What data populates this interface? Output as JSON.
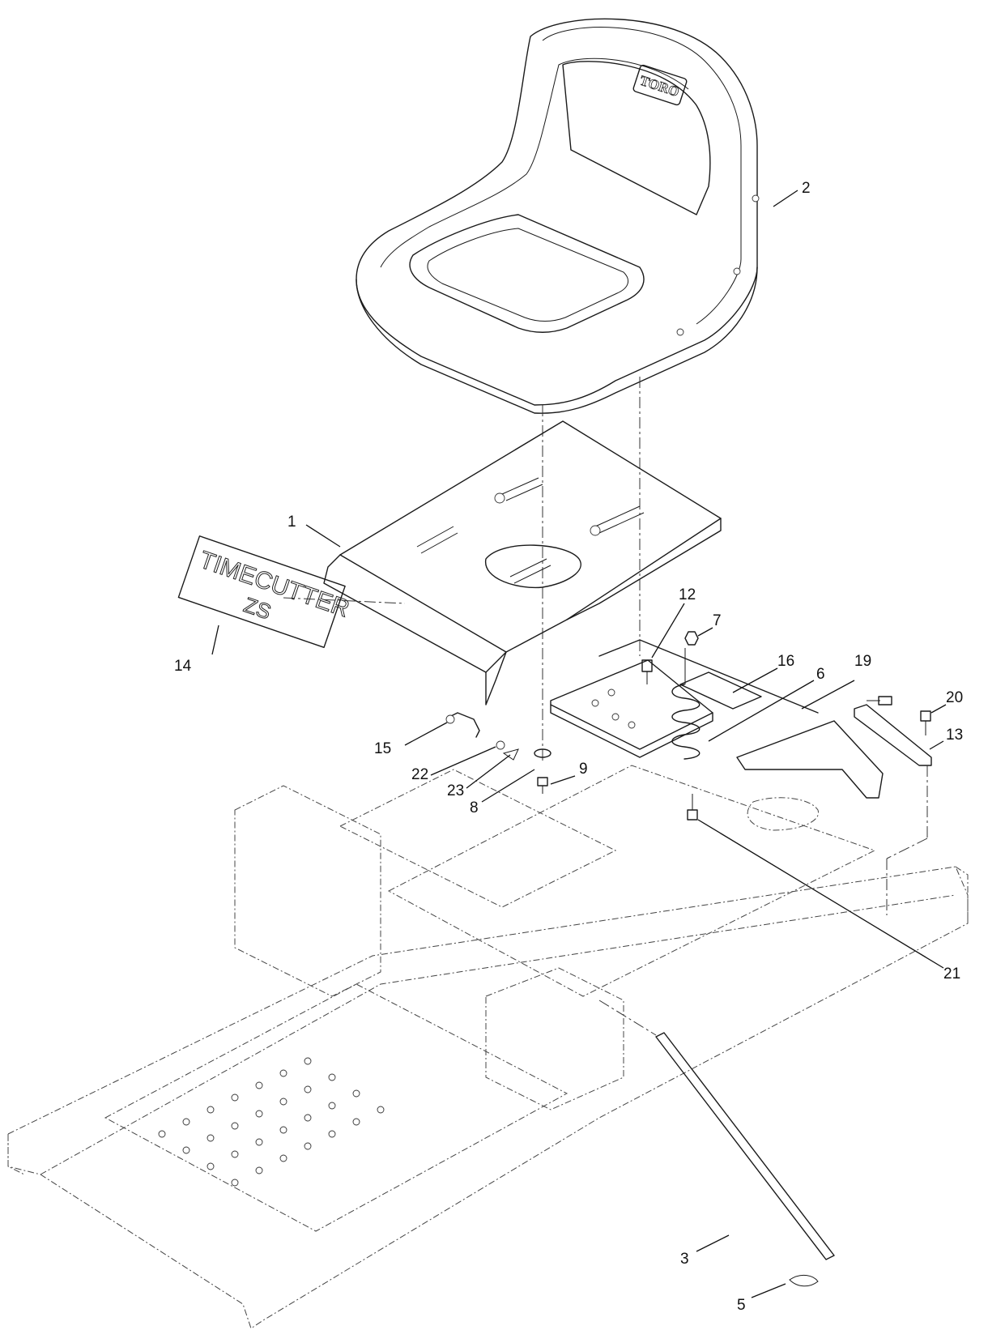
{
  "callouts": [
    {
      "id": "2",
      "label": "2"
    },
    {
      "id": "1",
      "label": "1"
    },
    {
      "id": "14",
      "label": "14"
    },
    {
      "id": "12",
      "label": "12"
    },
    {
      "id": "7",
      "label": "7"
    },
    {
      "id": "16",
      "label": "16"
    },
    {
      "id": "6",
      "label": "6"
    },
    {
      "id": "19",
      "label": "19"
    },
    {
      "id": "20",
      "label": "20"
    },
    {
      "id": "13",
      "label": "13"
    },
    {
      "id": "15",
      "label": "15"
    },
    {
      "id": "22",
      "label": "22"
    },
    {
      "id": "23",
      "label": "23"
    },
    {
      "id": "8",
      "label": "8"
    },
    {
      "id": "9",
      "label": "9"
    },
    {
      "id": "21",
      "label": "21"
    },
    {
      "id": "3",
      "label": "3"
    },
    {
      "id": "5",
      "label": "5"
    }
  ],
  "seat_logo": "TORO",
  "decal": {
    "line1": "TIMECUTTER",
    "line2": "ZS"
  }
}
